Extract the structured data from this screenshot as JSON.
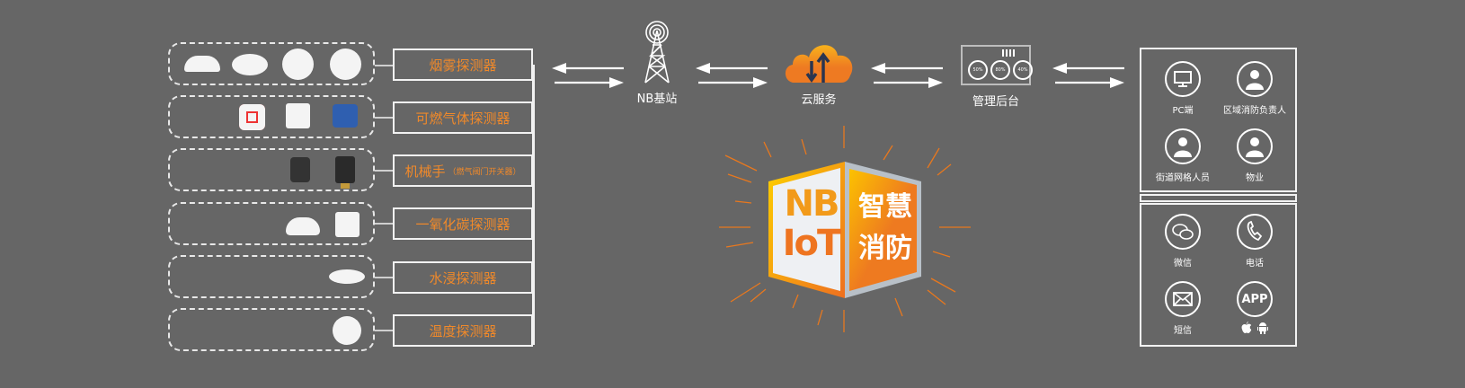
{
  "devices": [
    {
      "label": "烟雾探测器"
    },
    {
      "label": "可燃气体探测器"
    },
    {
      "label": "机械手",
      "sublabel": "（燃气阀门开关器）"
    },
    {
      "label": "一氧化碳探测器"
    },
    {
      "label": "水浸探测器"
    },
    {
      "label": "温度探测器"
    }
  ],
  "flow": {
    "nb_station": "NB基站",
    "cloud": "云服务",
    "management": "管理后台"
  },
  "dashboard_gauges": [
    "50%",
    "80%",
    "40%"
  ],
  "center_badge": {
    "left": [
      "NB",
      "IoT"
    ],
    "right": [
      "智慧",
      "消防"
    ]
  },
  "users": [
    {
      "label": "PC端",
      "icon": "monitor-icon"
    },
    {
      "label": "区域消防负责人",
      "icon": "person-icon"
    },
    {
      "label": "街道网格人员",
      "icon": "person-icon"
    },
    {
      "label": "物业",
      "icon": "person-icon"
    }
  ],
  "channels": [
    {
      "label": "微信",
      "icon": "wechat-icon"
    },
    {
      "label": "电话",
      "icon": "phone-icon"
    },
    {
      "label": "短信",
      "icon": "mail-icon"
    },
    {
      "label": "APP",
      "icon": "app-icon"
    }
  ],
  "colors": {
    "background": "#666666",
    "accent": "#f0892a",
    "line": "#f2f2f2"
  }
}
